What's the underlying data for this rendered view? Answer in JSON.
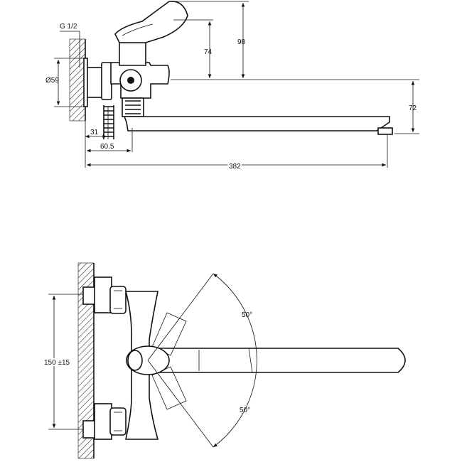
{
  "labels": {
    "thread": "G 1/2",
    "diameter": "Ø59",
    "dim_98": "98",
    "dim_74": "74",
    "dim_72": "72",
    "dim_31": "31",
    "dim_60_5": "60.5",
    "dim_382": "382",
    "dim_150": "150 ±15",
    "angle_top": "50°",
    "angle_bottom": "50°"
  }
}
